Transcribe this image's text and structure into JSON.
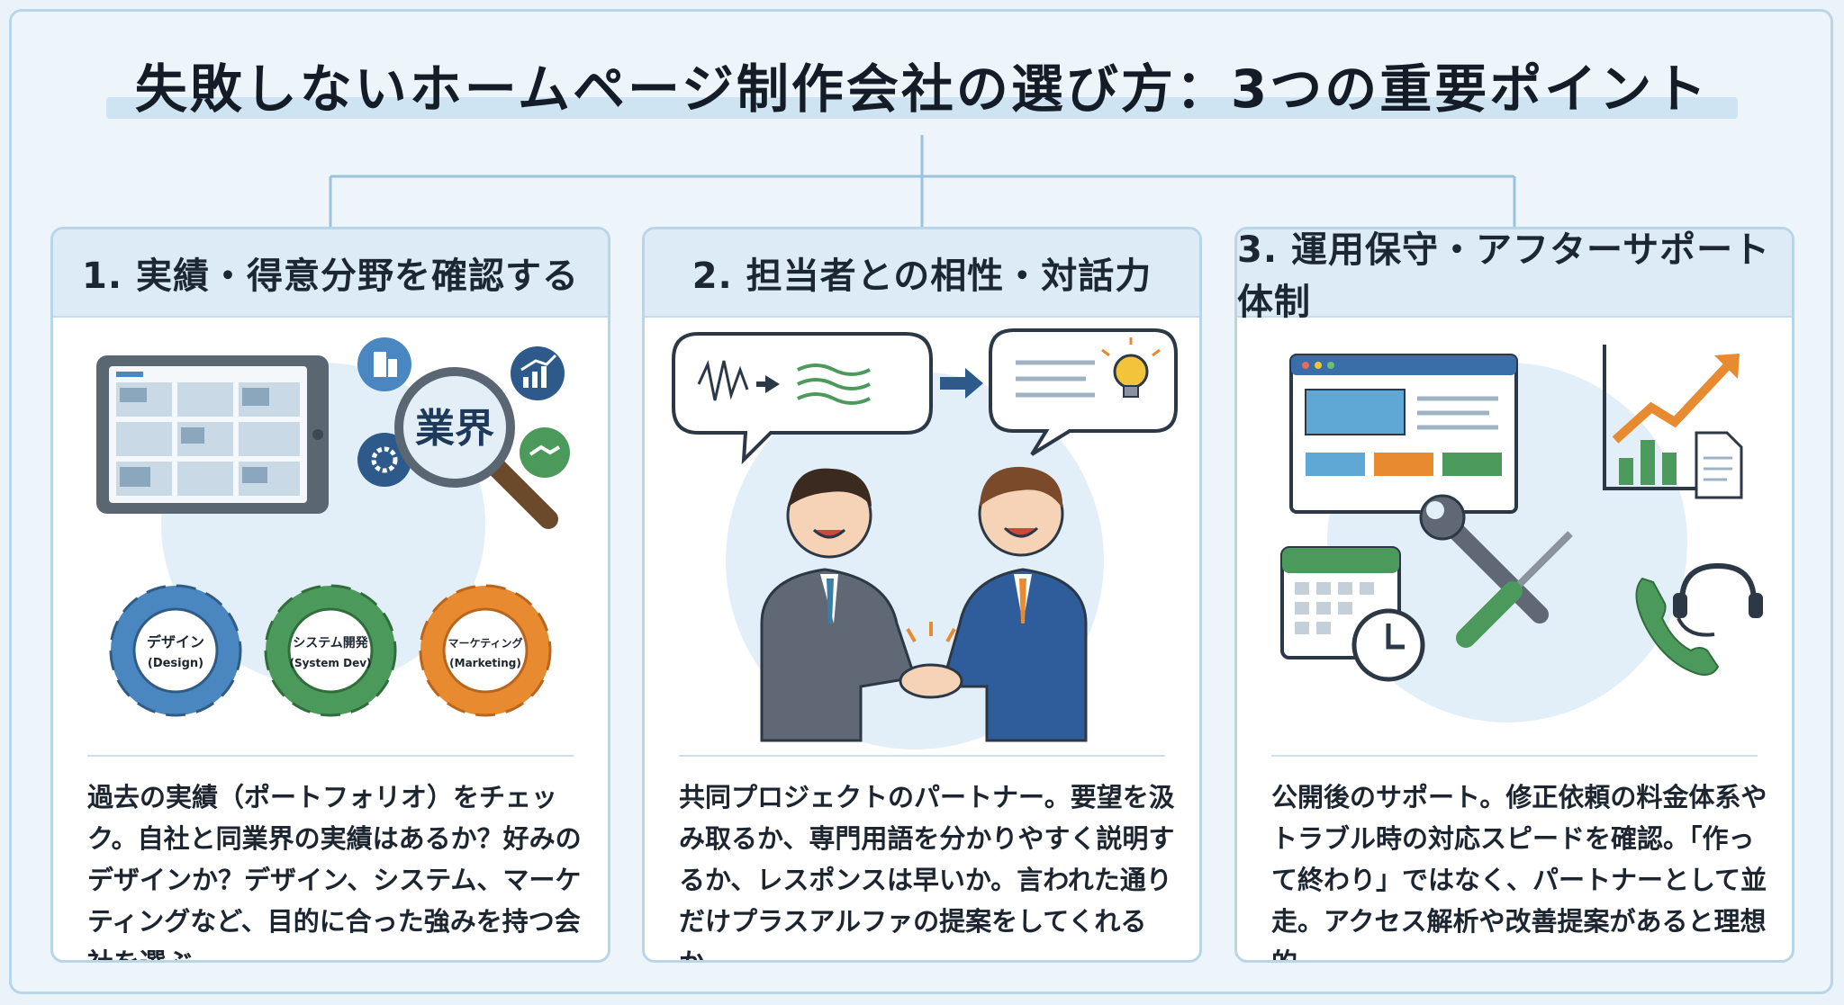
{
  "title": "失敗しないホームページ制作会社の選び方：3つの重要ポイント",
  "colors": {
    "background": "#eef5fa",
    "card_border": "#b9d6e9",
    "card_header": "#dcebf6",
    "blue": "#4a86c0",
    "green": "#4c9a5b",
    "orange": "#e88a30",
    "navy": "#2d5a8a"
  },
  "cards": [
    {
      "heading": "1. 実績・得意分野を確認する",
      "badge": "業界",
      "gears": [
        {
          "label": "デザイン",
          "sub": "(Design)",
          "color": "#4a86c0"
        },
        {
          "label": "システム開発",
          "sub": "(System Dev)",
          "color": "#4c9a5b"
        },
        {
          "label": "マーケティング",
          "sub": "(Marketing)",
          "color": "#e88a30"
        }
      ],
      "icons": [
        "tablet-portfolio-icon",
        "magnifier-icon",
        "building-icon",
        "growth-chart-icon",
        "gear-settings-icon",
        "handshake-icon"
      ],
      "body": "過去の実績（ポートフォリオ）をチェック。自社と同業界の実績はあるか？好みのデザインか？デザイン、システム、マーケティングなど、目的に合った強みを持つ会社を選ぶ。"
    },
    {
      "heading": "2. 担当者との相性・対話力",
      "icons": [
        "speech-bubble-icon",
        "arrow-right-icon",
        "lightbulb-icon",
        "handshake-people-icon"
      ],
      "body": "共同プロジェクトのパートナー。要望を汲み取るか、専門用語を分かりやすく説明するか、レスポンスは早いか。言われた通りだけプラスアルファの提案をしてくれるか。"
    },
    {
      "heading": "3. 運用保守・アフターサポート体制",
      "icons": [
        "browser-window-icon",
        "growth-chart-icon",
        "document-icon",
        "wrench-icon",
        "screwdriver-icon",
        "calendar-icon",
        "clock-icon",
        "headset-phone-icon"
      ],
      "body": "公開後のサポート。修正依頼の料金体系やトラブル時の対応スピードを確認。「作って終わり」ではなく、パートナーとして並走。アクセス解析や改善提案があると理想的。"
    }
  ]
}
